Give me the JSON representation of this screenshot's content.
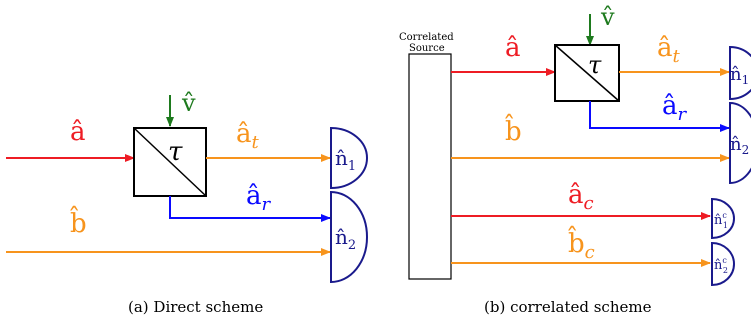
{
  "colors": {
    "red": "#ee1c24",
    "orange": "#f7941d",
    "blue": "#0a0aff",
    "green": "#1e7a1e",
    "navy": "#1a1a8c",
    "black": "#000000"
  },
  "panel_a": {
    "caption": "(a) Direct scheme",
    "beamsplitter_label": "τ",
    "labels": {
      "vacuum": "v̂",
      "input_a": "â",
      "input_b": "b̂",
      "transmitted": "â",
      "transmitted_sub": "t",
      "reflected": "â",
      "reflected_sub": "r",
      "detector_1": "n̂",
      "detector_1_sub": "1",
      "detector_2": "n̂",
      "detector_2_sub": "2"
    }
  },
  "panel_b": {
    "caption": "(b) correlated scheme",
    "source_line1": "Correlated",
    "source_line2": "Source",
    "beamsplitter_label": "τ",
    "labels": {
      "vacuum": "v̂",
      "input_a": "â",
      "input_b": "b̂",
      "transmitted": "â",
      "transmitted_sub": "t",
      "reflected": "â",
      "reflected_sub": "r",
      "corr_a": "â",
      "corr_a_sub": "c",
      "corr_b": "b̂",
      "corr_b_sub": "c",
      "detector_1": "n̂",
      "detector_1_sub": "1",
      "detector_2": "n̂",
      "detector_2_sub": "2",
      "detector_c1": "n̂",
      "detector_c1_sub": "1",
      "detector_c1_sup": "c",
      "detector_c2": "n̂",
      "detector_c2_sub": "2",
      "detector_c2_sup": "c"
    }
  }
}
